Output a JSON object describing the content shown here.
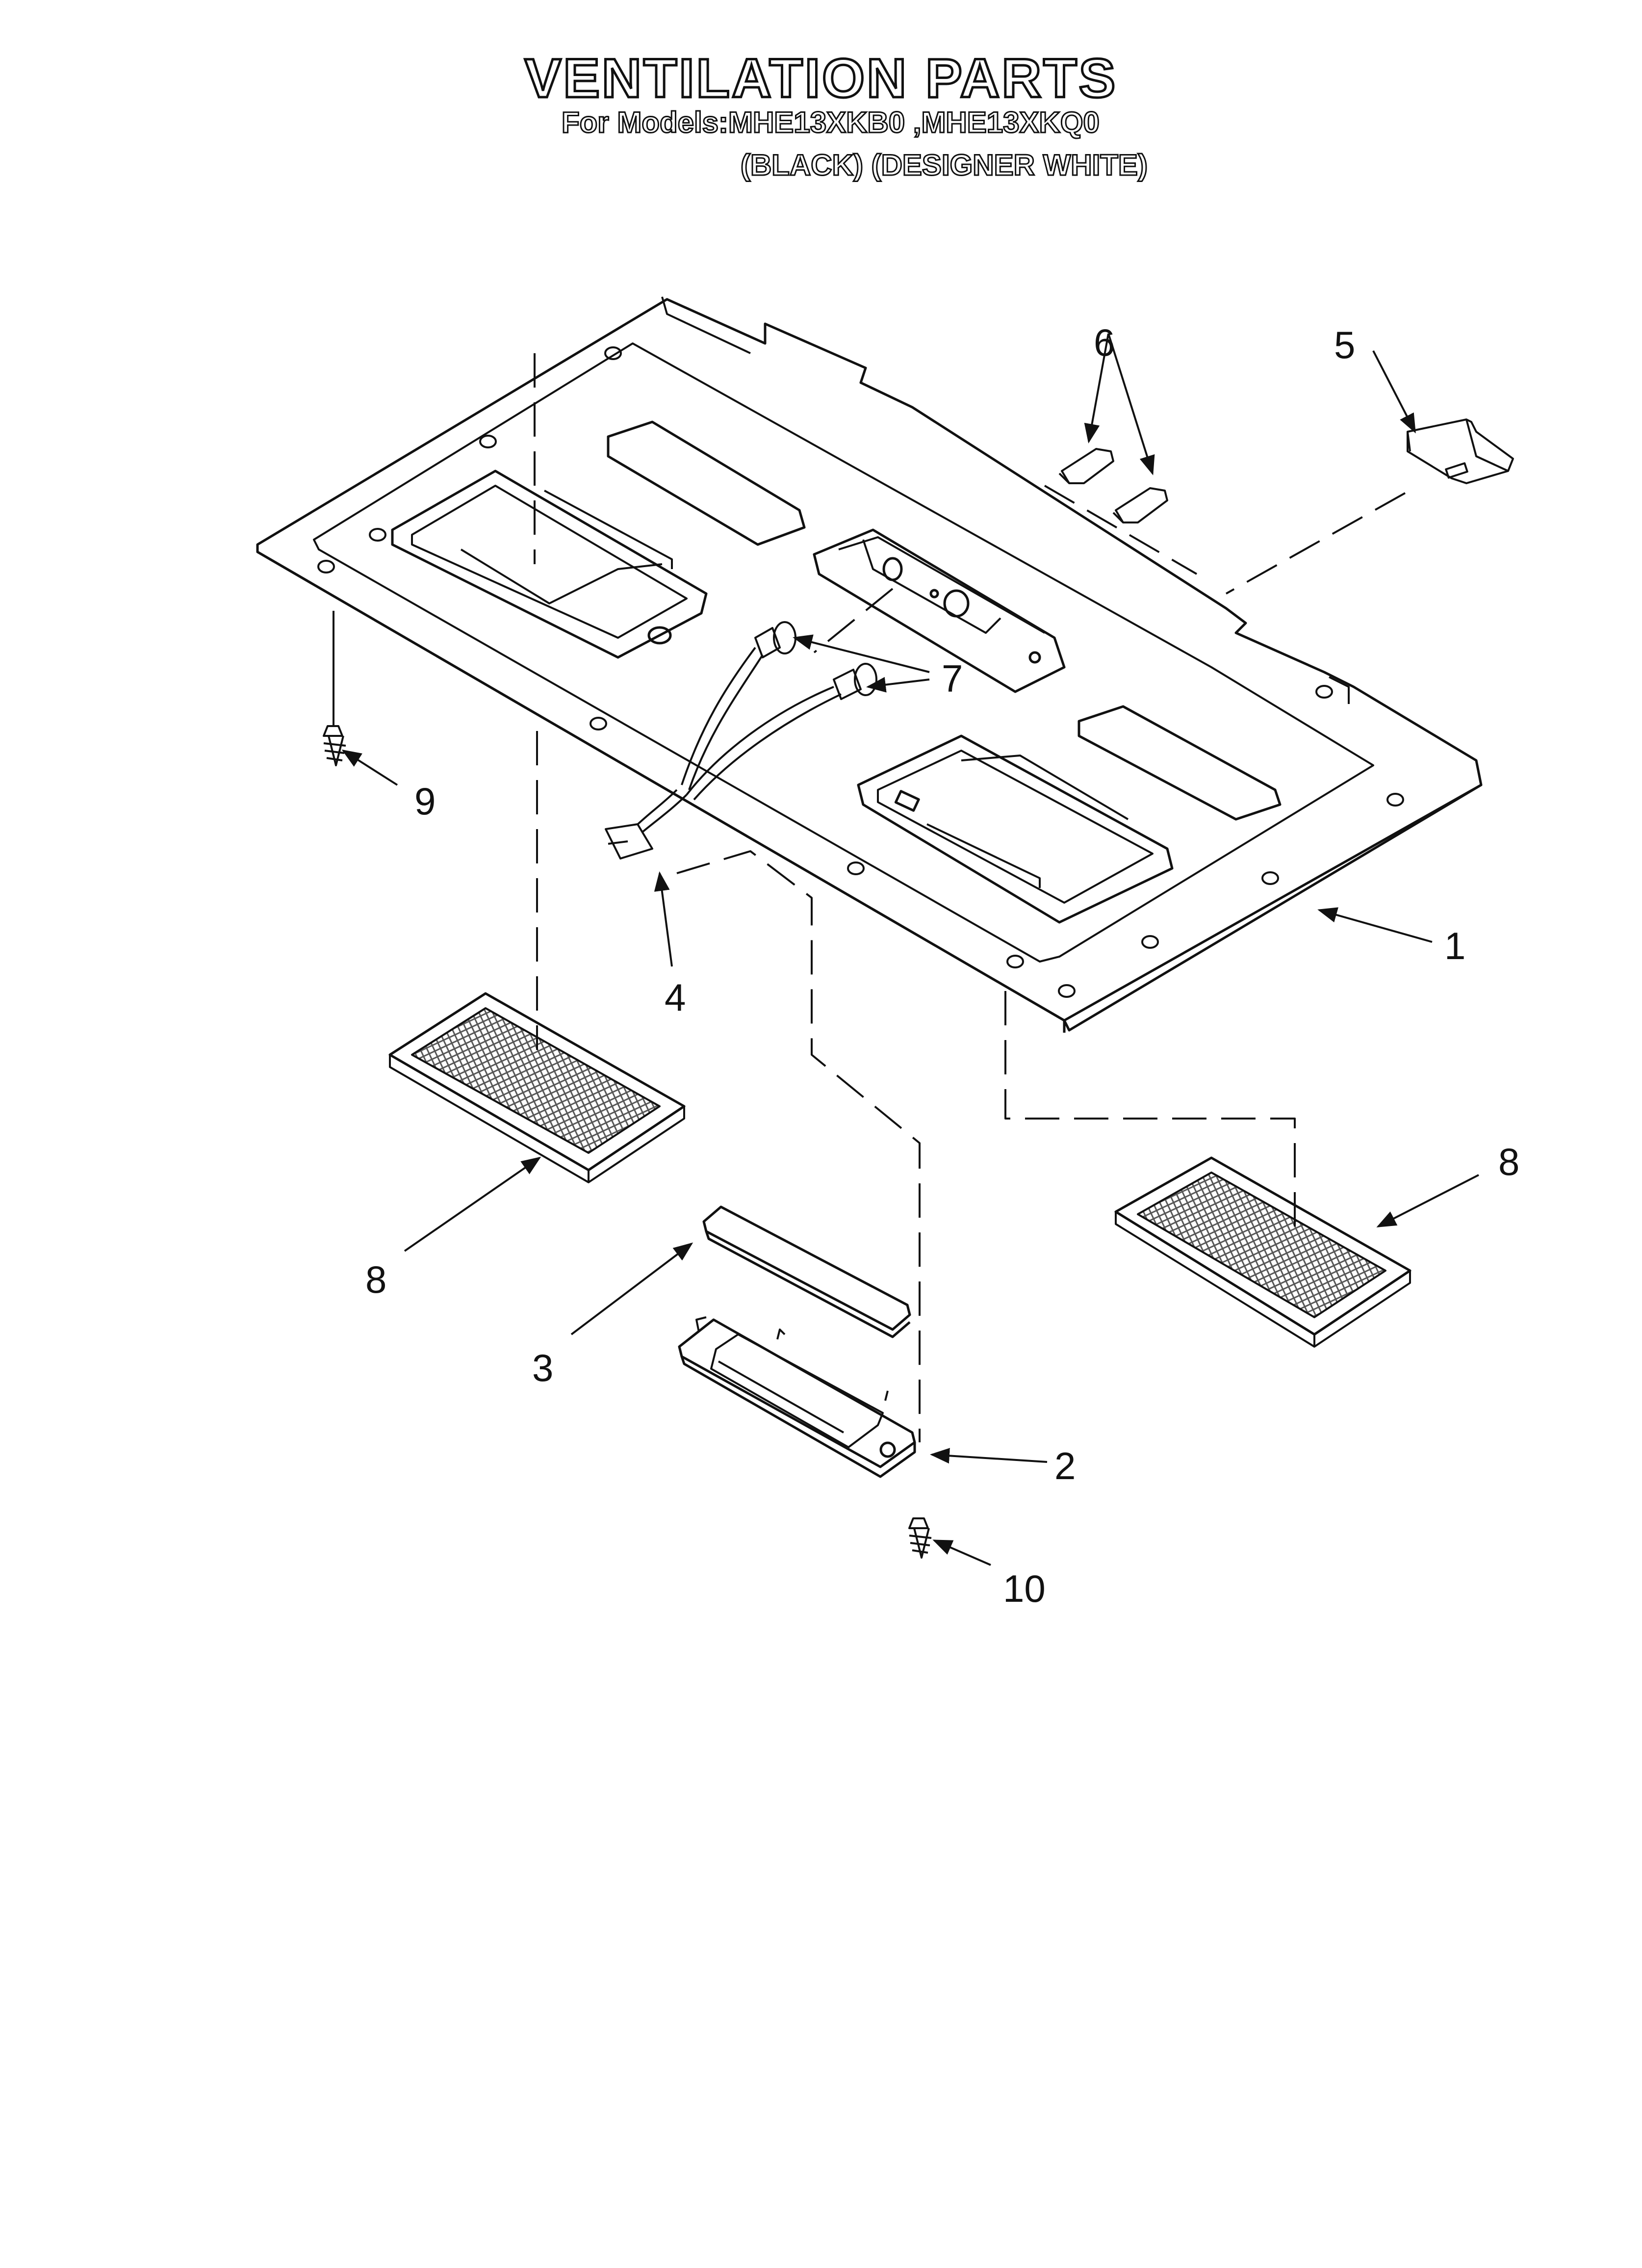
{
  "header": {
    "title": "VENTILATION PARTS",
    "models_line": "For Models:MHE13XKB0 ,MHE13XKQ0",
    "variants_line": "(BLACK) (DESIGNER WHITE)"
  },
  "callouts": {
    "c1": "1",
    "c2": "2",
    "c3": "3",
    "c4": "4",
    "c5": "5",
    "c6": "6",
    "c7": "7",
    "c8a": "8",
    "c8b": "8",
    "c9": "9",
    "c10": "10"
  },
  "colors": {
    "ink": "#111111",
    "paper": "#ffffff",
    "mesh": "#9a9a9a"
  }
}
